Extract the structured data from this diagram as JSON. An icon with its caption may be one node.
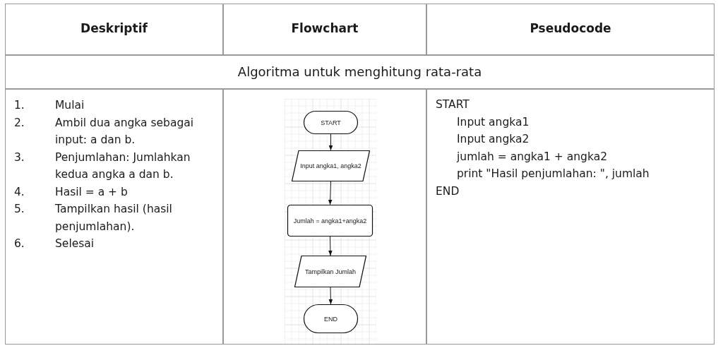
{
  "diagram": {
    "nodes": [
      {
        "text": [
          "START"
        ]
      },
      {
        "text": [
          "Input angka1, angka2"
        ]
      },
      {
        "text": [
          "Jumlah = angka1+angka2"
        ]
      },
      {
        "text": [
          "Tampilkan Jumlah"
        ]
      },
      {
        "text": [
          "END"
        ]
      }
    ],
    "edges": [
      {
        "from": 0,
        "to": 1,
        "arrow": "to"
      },
      {
        "from": 1,
        "to": 2,
        "arrow": "to"
      },
      {
        "from": 2,
        "to": 3,
        "arrow": "to"
      },
      {
        "from": 3,
        "to": 4,
        "arrow": "to"
      }
    ],
    "labels": [
      "Deskriptif",
      "Flowchart",
      "Pseudocode",
      "Algoritma untuk menghitung rata-rata",
      "1.",
      "Mulai",
      "2.",
      "Ambil dua angka sebagai input: a dan b.",
      "3.",
      "Penjumlahan: Jumlahkan kedua angka a dan b.",
      "4.",
      "Hasil = a + b",
      "5.",
      "Tampilkan hasil (hasil penjumlahan).",
      "6.",
      "Selesai",
      "START",
      "Input angka1",
      "Input angka2",
      "jumlah = angka1 + angka2",
      "print \"Hasil penjumlahan: \", jumlah",
      "END"
    ]
  }
}
